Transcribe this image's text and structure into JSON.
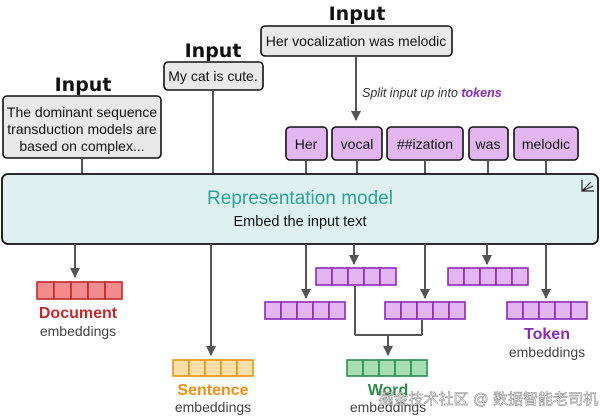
{
  "inputs": {
    "doc": {
      "heading": "Input",
      "lines": [
        "The dominant sequence",
        "transduction models are",
        "based on complex..."
      ]
    },
    "sentence": {
      "heading": "Input",
      "text": "My cat is cute."
    },
    "token": {
      "heading": "Input",
      "text": "Her vocalization was melodic"
    }
  },
  "split_note": {
    "prefix": "Split input up into ",
    "emphasis": "tokens"
  },
  "tokens": [
    "Her",
    "vocal",
    "##ization",
    "was",
    "melodic"
  ],
  "model": {
    "title": "Representation model",
    "subtitle": "Embed the input text"
  },
  "outputs": {
    "document": {
      "name": "Document",
      "suffix": "embeddings"
    },
    "sentence": {
      "name": "Sentence",
      "suffix": "embeddings"
    },
    "word": {
      "name": "Word",
      "suffix": "embeddings"
    },
    "token": {
      "name": "Token",
      "suffix": "embeddings"
    }
  },
  "watermark": "掘金技术社区 @ 数据智能老司机",
  "colors": {
    "model_fill": "#dff0f0",
    "model_title": "#2aa59b",
    "document": "#c0292d",
    "document_fill": "#f28b8b",
    "sentence": "#ef8f1a",
    "sentence_fill": "#fde1a8",
    "word": "#2e8b4e",
    "word_fill": "#a7dfb3",
    "token": "#8a2bb5",
    "token_fill": "#e3b6f2",
    "input_fill": "#e9e9e9",
    "arrow": "#555555"
  }
}
